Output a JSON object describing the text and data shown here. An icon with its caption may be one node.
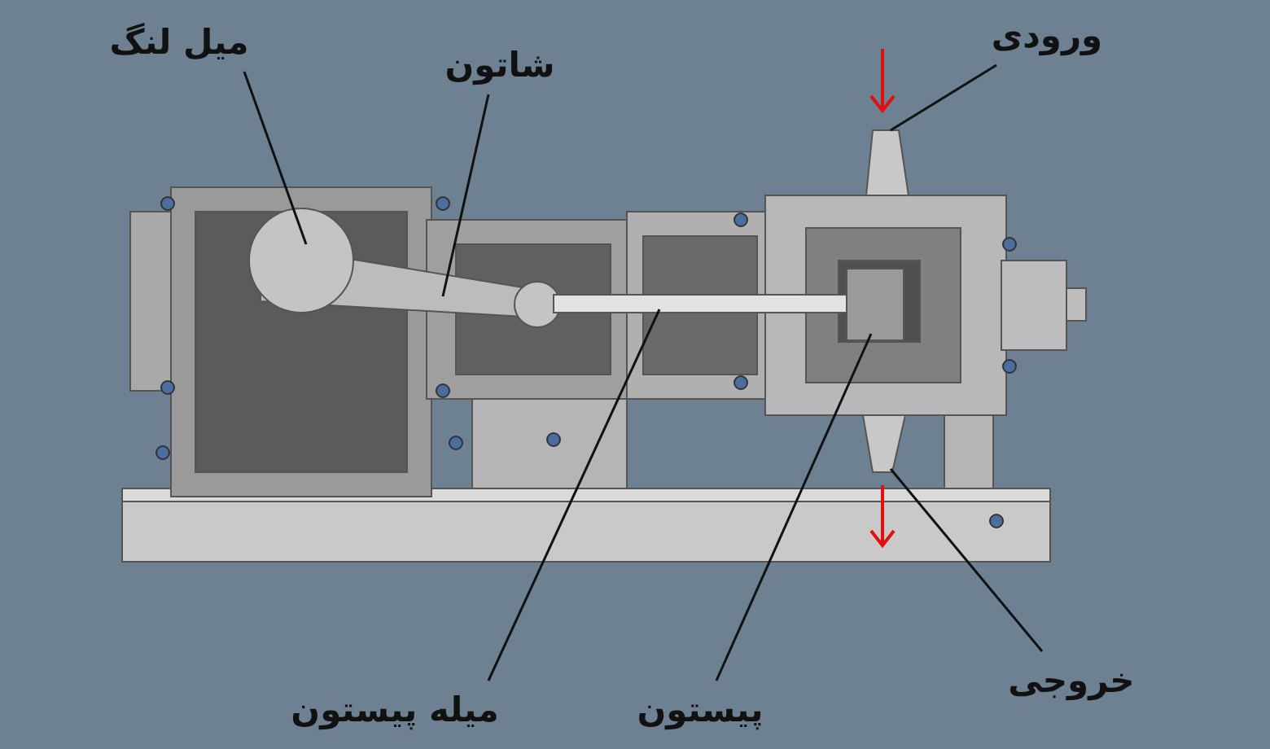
{
  "diagram": {
    "nodes": [
      {
        "text": [
          "میل لنگ"
        ]
      },
      {
        "text": [
          "شاتون"
        ]
      },
      {
        "text": [
          "ورودی"
        ]
      },
      {
        "text": [
          "میله پیستون"
        ]
      },
      {
        "text": [
          "پیستون"
        ]
      },
      {
        "text": [
          "خروجی"
        ]
      }
    ],
    "edges": [
      {
        "from": 0,
        "to": null,
        "arrow": "none"
      },
      {
        "from": 1,
        "to": null,
        "arrow": "none"
      },
      {
        "from": 2,
        "to": null,
        "arrow": "none"
      },
      {
        "from": 3,
        "to": null,
        "arrow": "none"
      },
      {
        "from": 4,
        "to": null,
        "arrow": "none"
      },
      {
        "from": 5,
        "to": null,
        "arrow": "none"
      }
    ]
  }
}
